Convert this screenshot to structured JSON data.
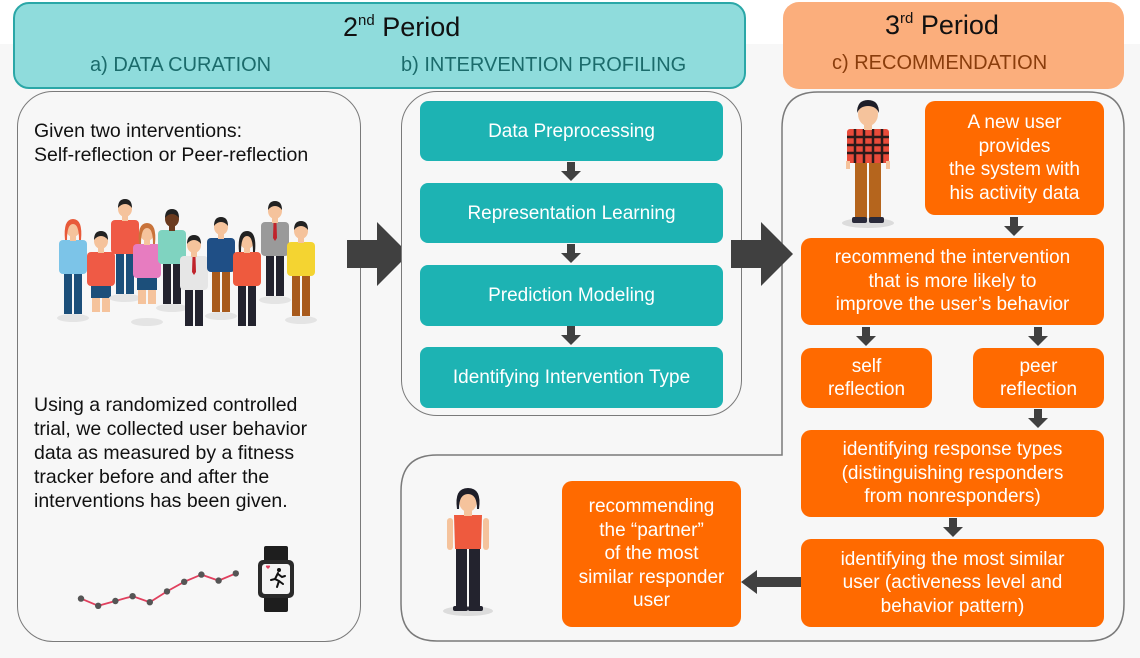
{
  "period2": {
    "title_num": "2",
    "title_sup": "nd",
    "title_rest": " Period",
    "sections": [
      "a) DATA CURATION",
      "b) INTERVENTION PROFILING"
    ]
  },
  "period3": {
    "title_num": "3",
    "title_sup": "rd",
    "title_rest": " Period",
    "sections": [
      "c) RECOMMENDATION"
    ]
  },
  "data_curation": {
    "intro_line1": "Given two interventions:",
    "intro_line2": "Self-reflection or Peer-reflection",
    "description": [
      "Using a randomized controlled",
      "trial, we collected user behavior",
      "data as measured by a fitness",
      "tracker before and after the",
      "interventions has been given."
    ],
    "icons": [
      "group-of-people-icon",
      "activity-line-chart-icon",
      "fitness-tracker-watch-icon"
    ],
    "activity_trend": [
      0.35,
      0.05,
      0.25,
      0.45,
      0.2,
      0.65,
      1.05,
      1.35,
      1.1,
      1.4
    ]
  },
  "intervention_profiling": {
    "steps": [
      "Data Preprocessing",
      "Representation Learning",
      "Prediction Modeling",
      "Identifying Intervention Type"
    ]
  },
  "recommendation": {
    "new_user": [
      "A new user",
      "provides",
      "the system with",
      "his activity data"
    ],
    "recommend": [
      "recommend the intervention",
      "that is more likely to",
      "improve the user’s behavior"
    ],
    "self_reflection": [
      "self",
      "reflection"
    ],
    "peer_reflection": [
      "peer",
      "reflection"
    ],
    "response_types": [
      "identifying response types",
      "(distinguishing responders",
      "from nonresponders)"
    ],
    "similar_user": [
      "identifying the most similar",
      "user (activeness level and",
      "behavior pattern)"
    ],
    "partner": [
      "recommending",
      "the “partner”",
      "of the most",
      "similar responder",
      "user"
    ],
    "icons": [
      "man-user-icon",
      "woman-user-icon"
    ]
  },
  "colors": {
    "teal_header": "#8fdcdc",
    "teal_box": "#1db3b3",
    "orange_header": "#fbae7c",
    "orange_box": "#ff6a00",
    "arrow": "#404040"
  }
}
